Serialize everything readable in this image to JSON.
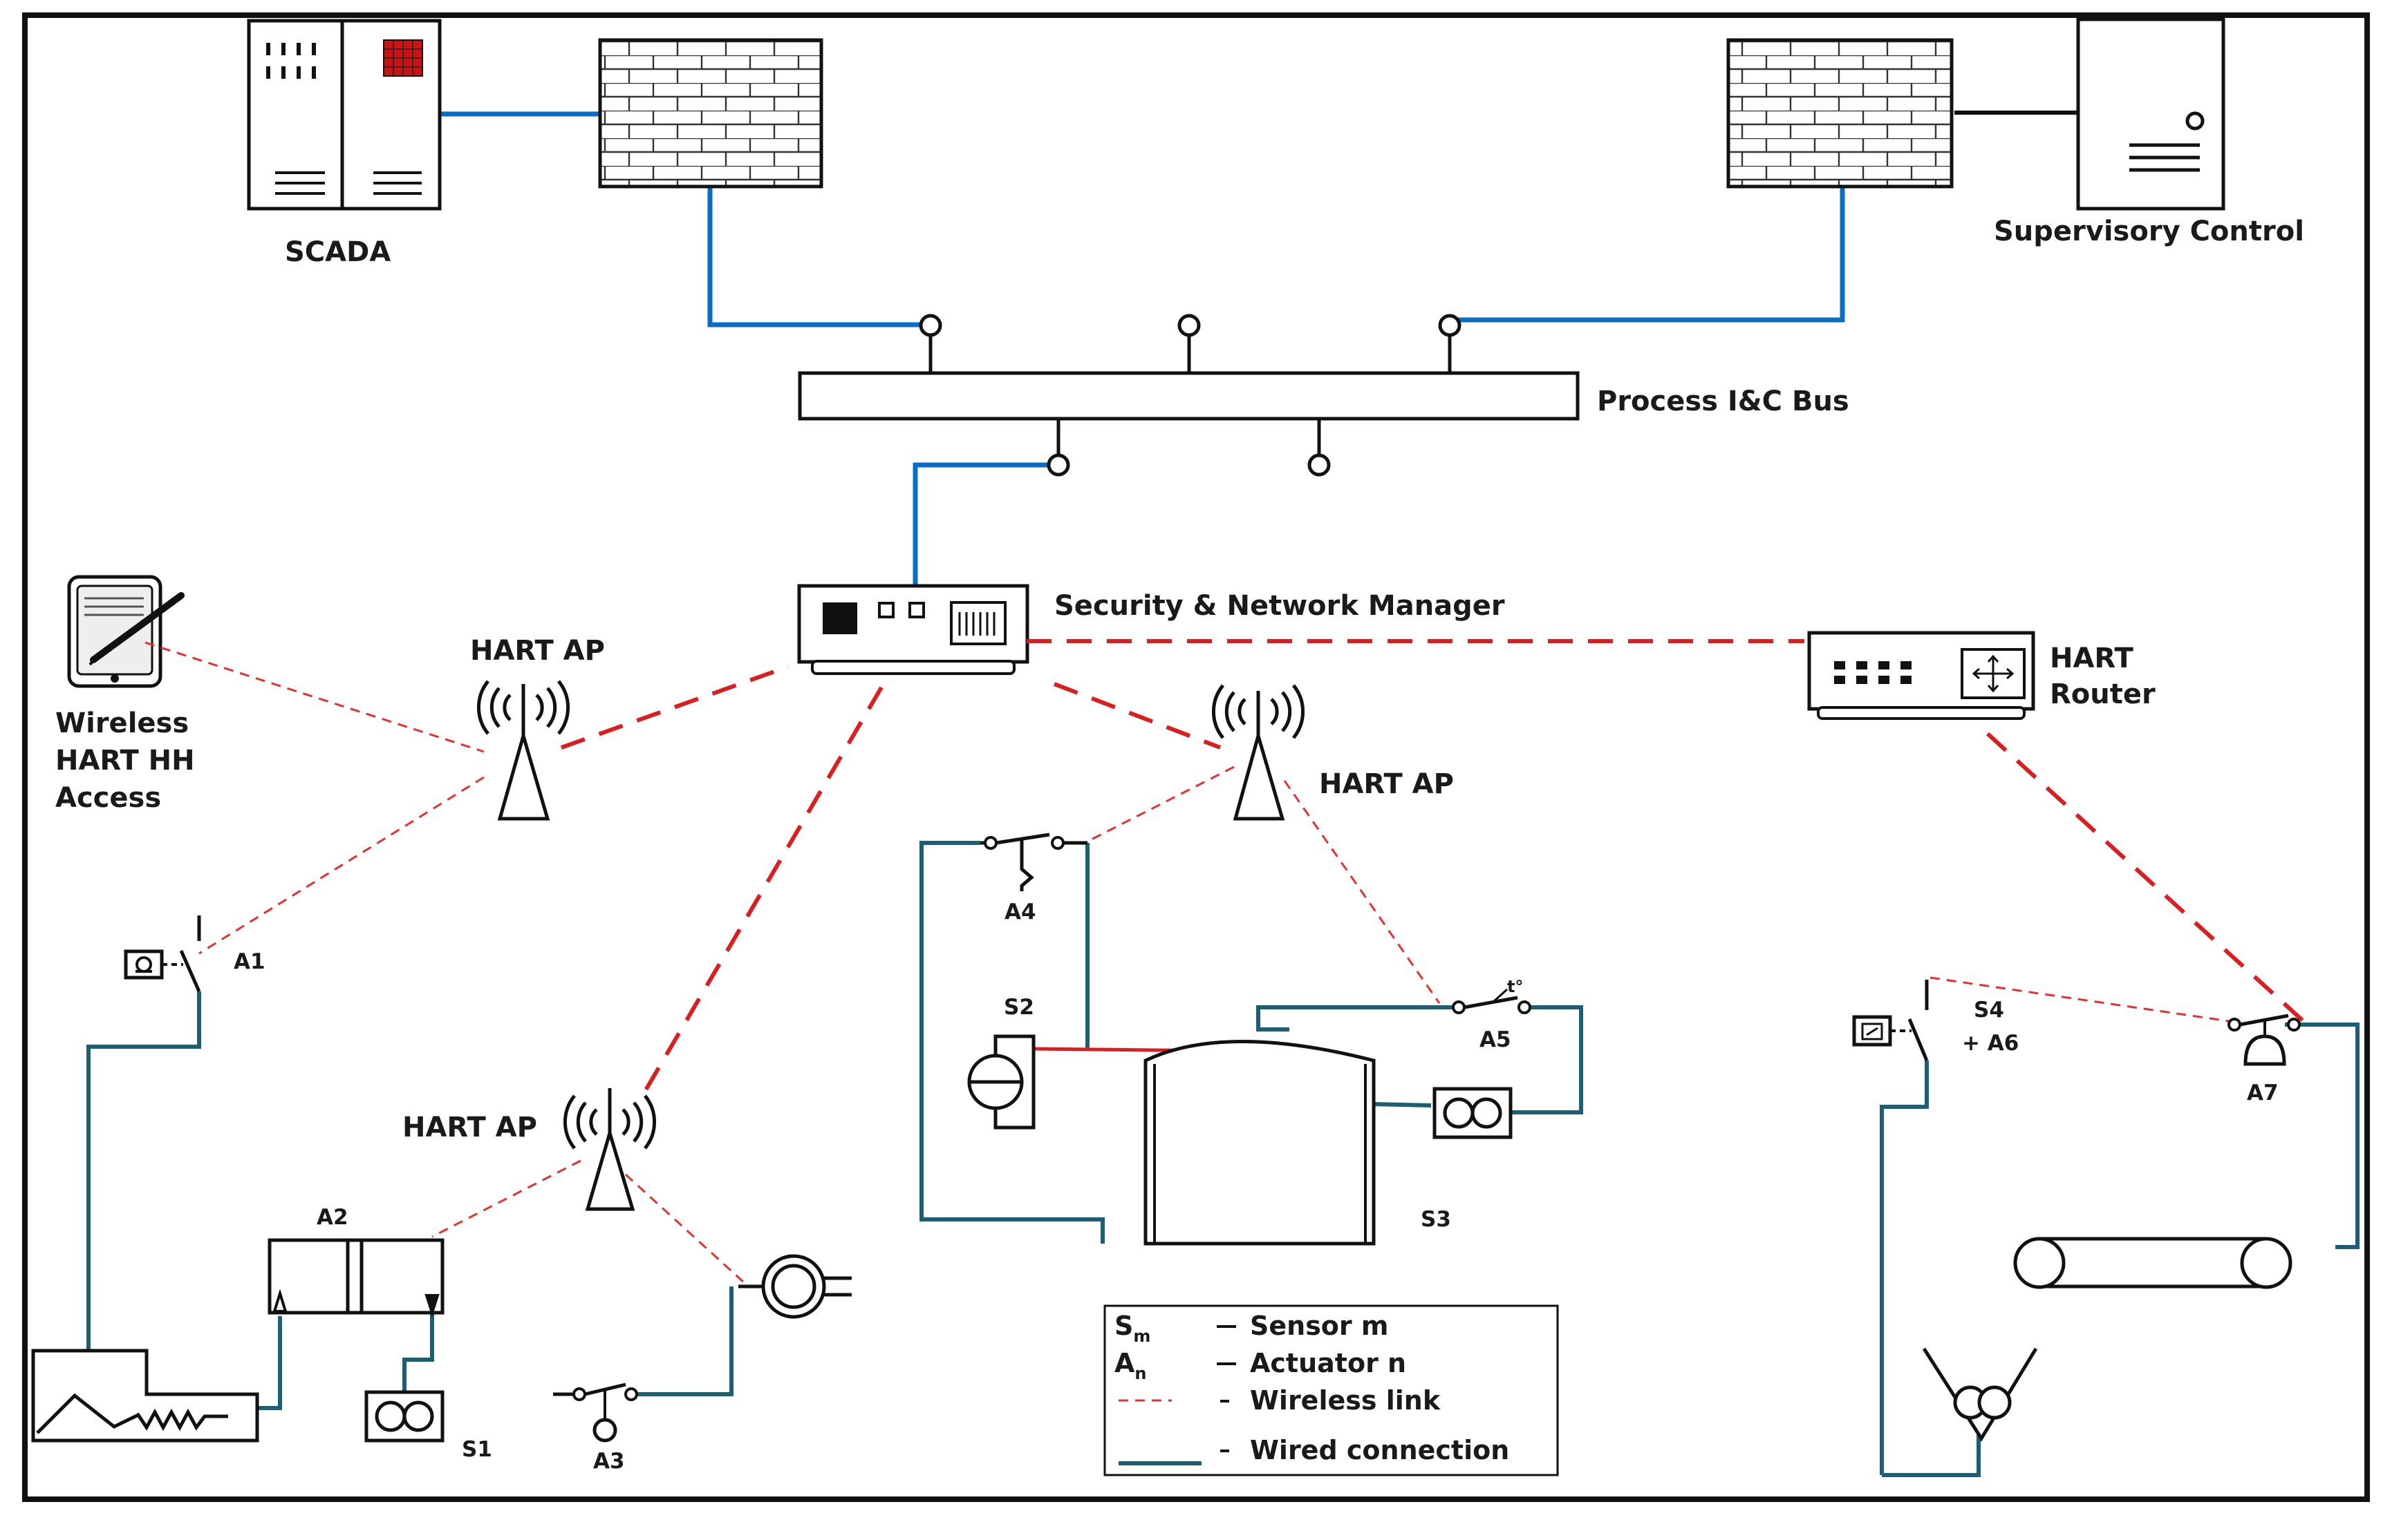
{
  "labels": {
    "scada": "SCADA",
    "supervisory": "Supervisory Control",
    "bus": "Process I&C Bus",
    "manager": "Security & Network Manager",
    "hart_ap": "HART AP",
    "router_1": "HART",
    "router_2": "Router",
    "handheld_1": "Wireless",
    "handheld_2": "HART HH",
    "handheld_3": "Access",
    "a1": "A1",
    "a2": "A2",
    "a3": "A3",
    "a4": "A4",
    "a5": "A5",
    "a7": "A7",
    "s1": "S1",
    "s2": "S2",
    "s3": "S3",
    "s4_a6_1": "S4",
    "s4_a6_2": "+ A6",
    "temp": "t°"
  },
  "legend": {
    "sensor_sym": "S",
    "sensor_sub": "m",
    "sensor_text": "Sensor m",
    "actuator_sym": "A",
    "actuator_sub": "n",
    "actuator_text": "Actuator n",
    "wireless_text": "Wireless link",
    "wired_text": "Wired connection"
  },
  "colors": {
    "wired": "#1c5f74",
    "backbone": "#0a6cc4",
    "wireless": "#d91f1f"
  }
}
